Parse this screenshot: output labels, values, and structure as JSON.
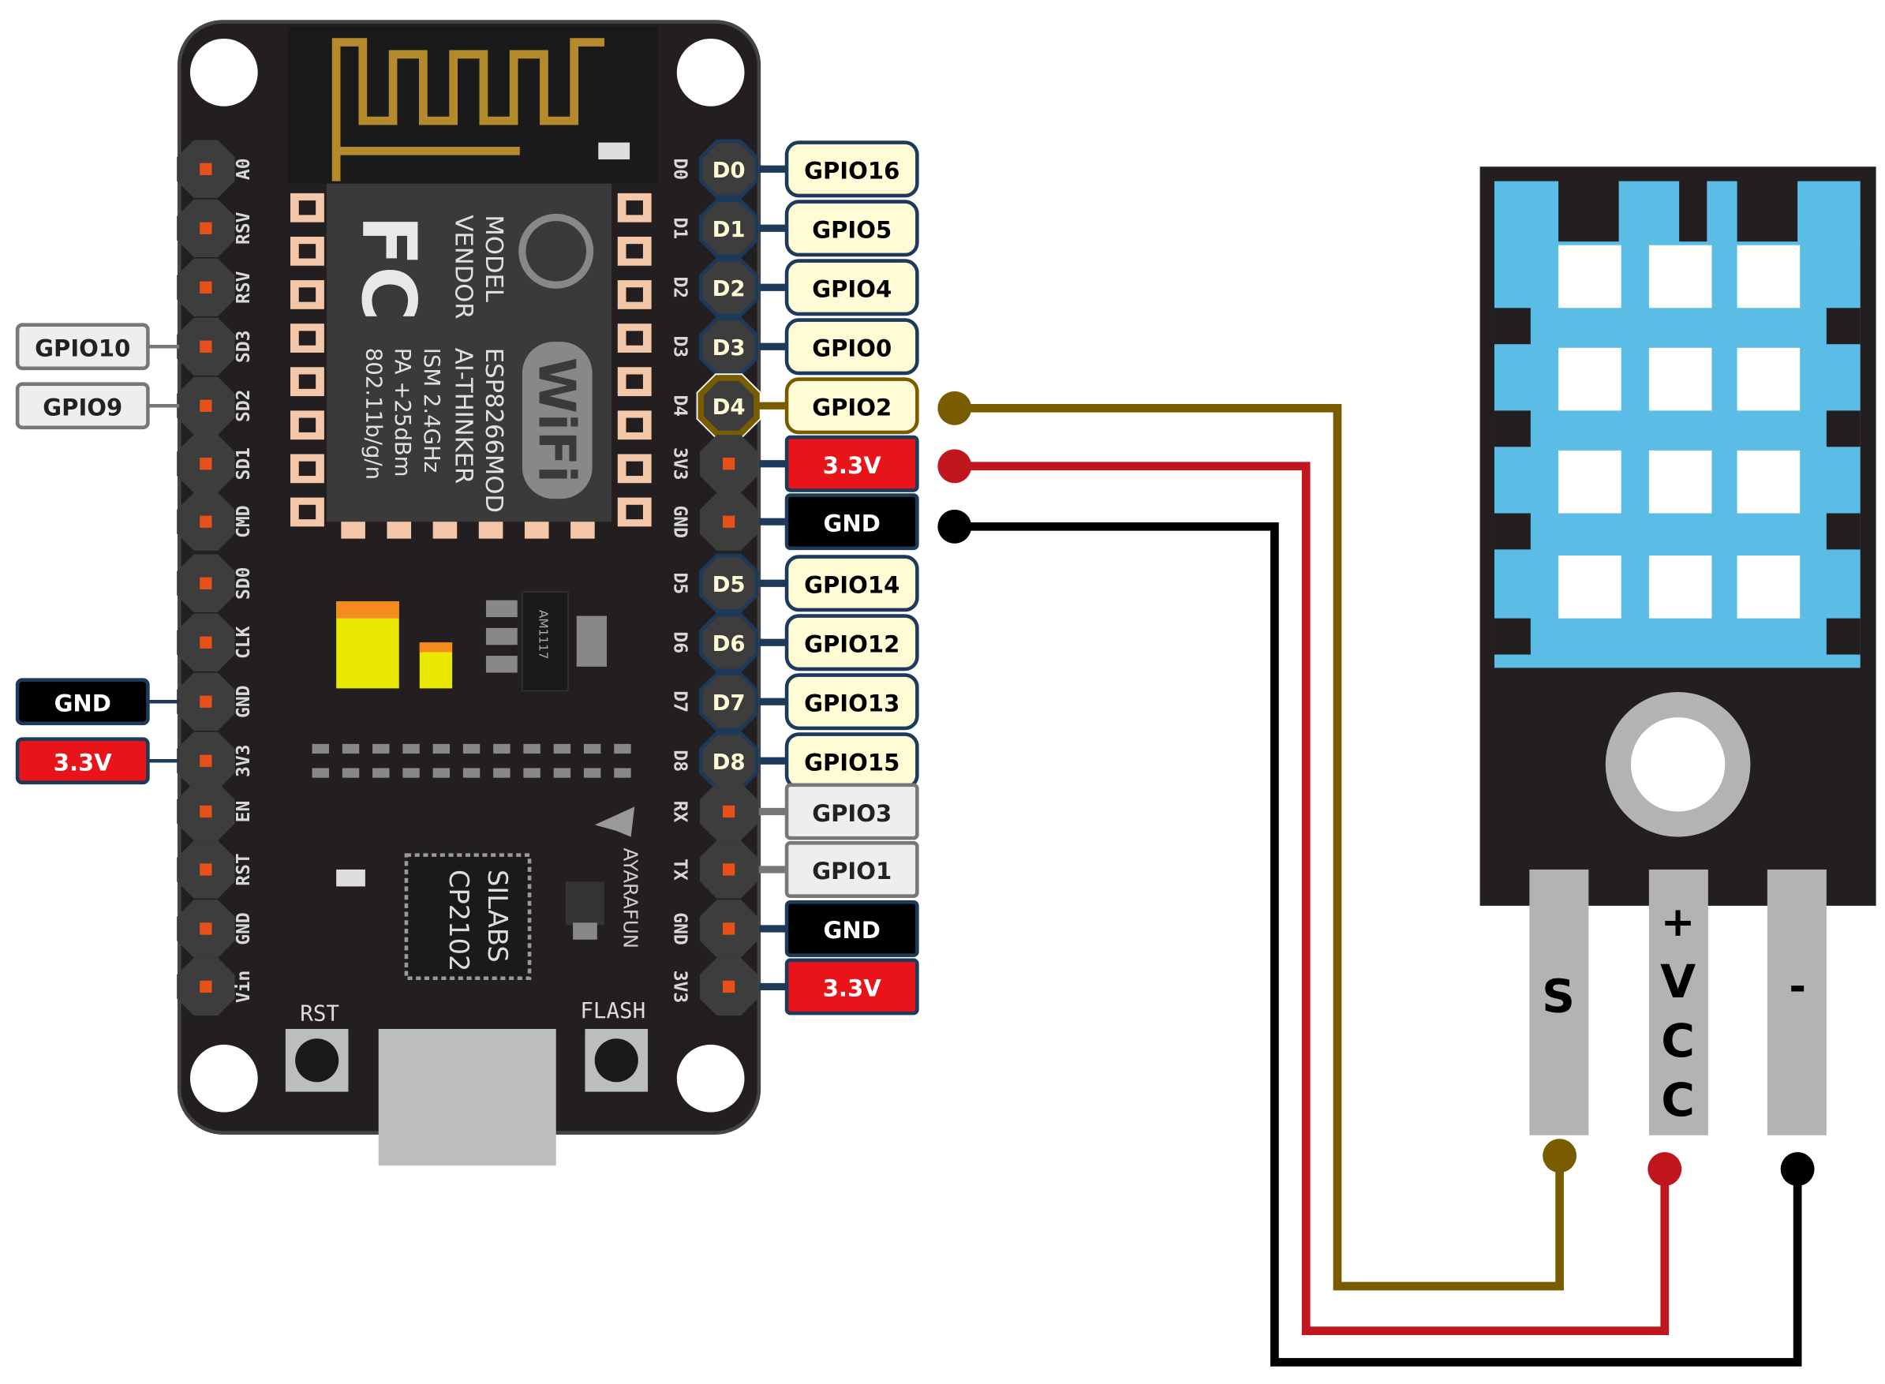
{
  "board": {
    "left_pins": [
      "A0",
      "RSV",
      "RSV",
      "SD3",
      "SD2",
      "SD1",
      "CMD",
      "SD0",
      "CLK",
      "GND",
      "3V3",
      "EN",
      "RST",
      "GND",
      "Vin"
    ],
    "right_pins": [
      "D0",
      "D1",
      "D2",
      "D3",
      "D4",
      "3V3",
      "GND",
      "D5",
      "D6",
      "D7",
      "D8",
      "RX",
      "TX",
      "GND",
      "3V3"
    ],
    "module_text": [
      "ESP8266MOD",
      "AI-THINKER",
      "ISM 2.4GHz",
      "PA +25dBm",
      "802.11b/g/n"
    ],
    "module_header": [
      "MODEL",
      "VENDOR"
    ],
    "fcc_logo": "FC",
    "wifi_logo": "WiFi",
    "regulator": "AM1117",
    "usb_chip": [
      "SILABS",
      "CP2102"
    ],
    "brand": "AYARAFUN",
    "rst_label": "RST",
    "flash_label": "FLASH"
  },
  "right_labels": [
    {
      "pin": "D0",
      "label": "GPIO16",
      "kind": "gpio"
    },
    {
      "pin": "D1",
      "label": "GPIO5",
      "kind": "gpio"
    },
    {
      "pin": "D2",
      "label": "GPIO4",
      "kind": "gpio"
    },
    {
      "pin": "D3",
      "label": "GPIO0",
      "kind": "gpio"
    },
    {
      "pin": "D4",
      "label": "GPIO2",
      "kind": "active"
    },
    {
      "pin": "",
      "label": "3.3V",
      "kind": "power"
    },
    {
      "pin": "",
      "label": "GND",
      "kind": "gnd"
    },
    {
      "pin": "D5",
      "label": "GPIO14",
      "kind": "gpio"
    },
    {
      "pin": "D6",
      "label": "GPIO12",
      "kind": "gpio"
    },
    {
      "pin": "D7",
      "label": "GPIO13",
      "kind": "gpio"
    },
    {
      "pin": "D8",
      "label": "GPIO15",
      "kind": "gpio"
    },
    {
      "pin": "",
      "label": "GPIO3",
      "kind": "grey"
    },
    {
      "pin": "",
      "label": "GPIO1",
      "kind": "grey"
    },
    {
      "pin": "",
      "label": "GND",
      "kind": "gnd"
    },
    {
      "pin": "",
      "label": "3.3V",
      "kind": "power"
    }
  ],
  "left_labels": [
    {
      "index": 3,
      "label": "GPIO10",
      "kind": "grey"
    },
    {
      "index": 4,
      "label": "GPIO9",
      "kind": "grey"
    },
    {
      "index": 9,
      "label": "GND",
      "kind": "gnd"
    },
    {
      "index": 10,
      "label": "3.3V",
      "kind": "power"
    }
  ],
  "sensor": {
    "pin_s": "S",
    "pin_vcc": [
      "+",
      "V",
      "C",
      "C"
    ],
    "pin_gnd": "-"
  },
  "colors": {
    "board": "#231f20",
    "signal_wire": "#7a5c00",
    "vcc_wire": "#c0161e",
    "gnd_wire": "#000000",
    "sensor_grid": "#5bbde6",
    "gpio_fill": "#fffbd5",
    "gpio_border": "#1e3a5a",
    "power_fill": "#e8141a"
  }
}
